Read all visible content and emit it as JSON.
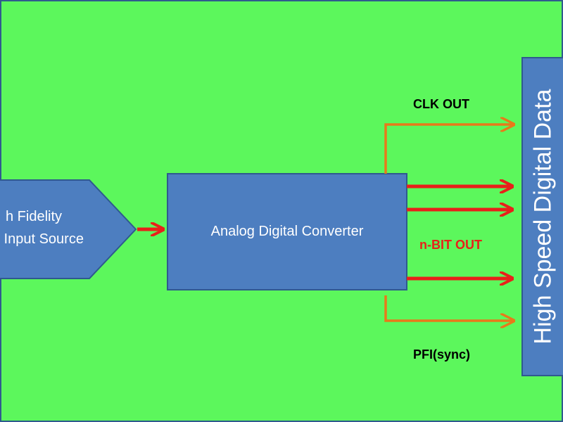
{
  "colors": {
    "background": "#5cf75c",
    "block_fill": "#4d7ec0",
    "block_border": "#2f5a8e",
    "data_arrow": "#e8201a",
    "control_arrow": "#e8791a"
  },
  "source": {
    "line1": "h Fidelity",
    "line2": " Input Source"
  },
  "adc": {
    "label": "Analog Digital Converter"
  },
  "outputs": {
    "clk_label": "CLK OUT",
    "nbit_label": "n-BIT OUT",
    "pfi_label": "PFI(sync)"
  },
  "destination": {
    "label": "High Speed Digital Data"
  }
}
